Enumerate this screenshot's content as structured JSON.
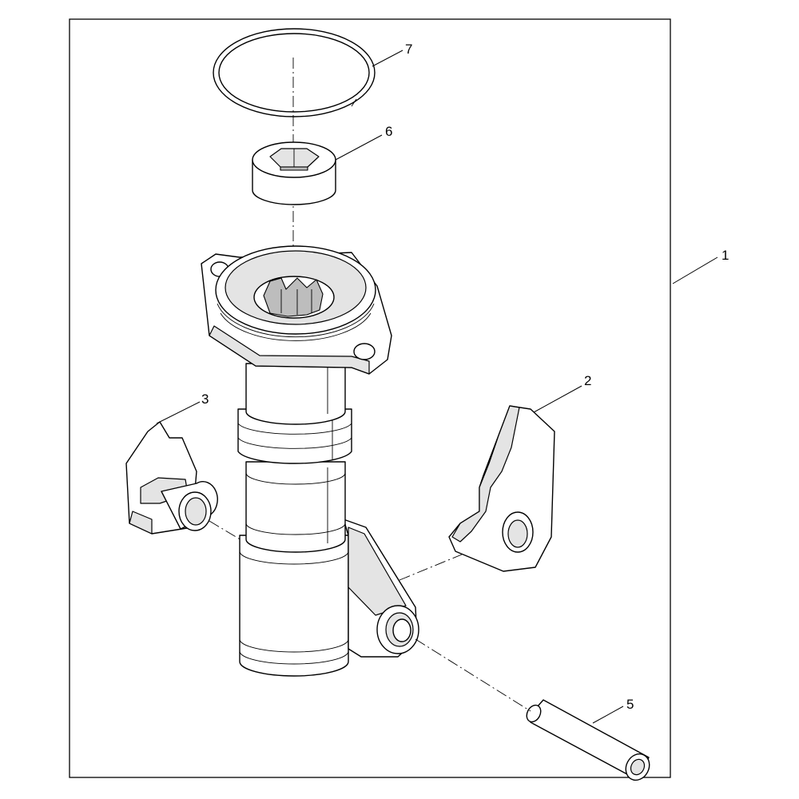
{
  "callouts": [
    {
      "id": "c1",
      "label": "1"
    },
    {
      "id": "c2",
      "label": "2"
    },
    {
      "id": "c3",
      "label": "3"
    },
    {
      "id": "c5",
      "label": "5"
    },
    {
      "id": "c6",
      "label": "6"
    },
    {
      "id": "c7",
      "label": "7"
    }
  ],
  "colors": {
    "line": "#000000",
    "shade": "#e4e4e4",
    "background": "#ffffff"
  }
}
